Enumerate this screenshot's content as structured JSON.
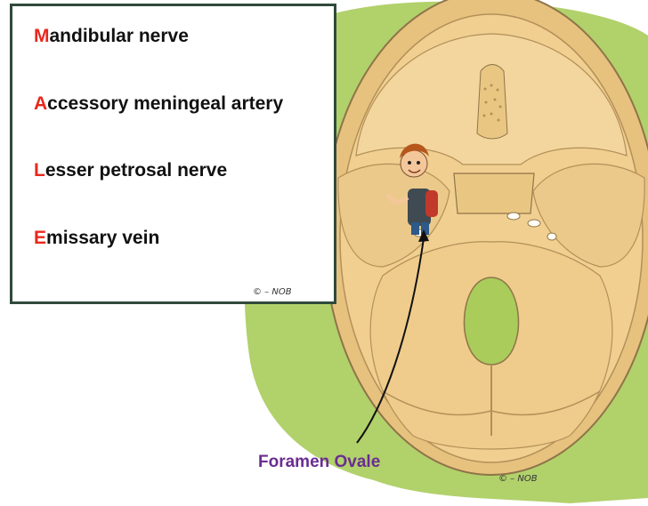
{
  "mnemonic": {
    "items": [
      {
        "letter": "M",
        "rest": "andibular nerve"
      },
      {
        "letter": "A",
        "rest": "ccessory meningeal artery"
      },
      {
        "letter": "L",
        "rest": "esser petrosal nerve"
      },
      {
        "letter": "E",
        "rest": "missary vein"
      }
    ],
    "signature": "© – NOB"
  },
  "diagram": {
    "callout_label": "Foramen Ovale",
    "signature": "© – NOB"
  },
  "colors": {
    "background_blob": "#a9cc5b",
    "skull_fill": "#f0cf91",
    "skull_outline": "#8f7448",
    "mnemonic_letter": "#e8281d",
    "callout_text": "#6a2d91",
    "box_border": "#2f4a3c"
  }
}
